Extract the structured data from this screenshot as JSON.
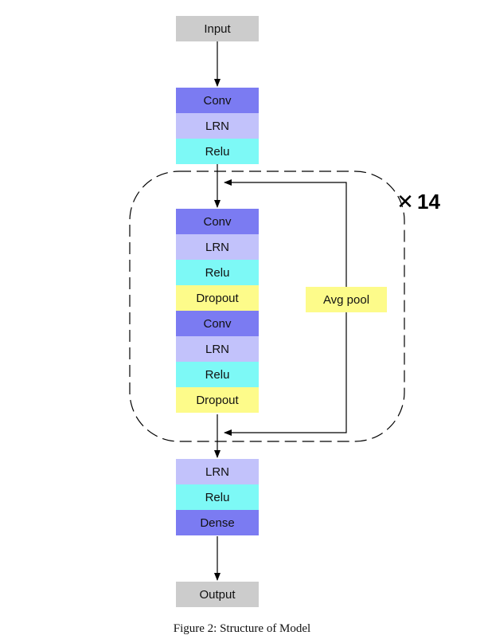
{
  "colors": {
    "conv": "#7b7bf2",
    "lrn": "#c2c2fb",
    "relu": "#7df9f6",
    "dropout": "#fdfb8a",
    "io": "#cccccc",
    "avgpool": "#fdfb8a"
  },
  "blocks": {
    "input": {
      "label": "Input",
      "kind": "io"
    },
    "stem": [
      {
        "label": "Conv",
        "kind": "conv"
      },
      {
        "label": "LRN",
        "kind": "lrn"
      },
      {
        "label": "Relu",
        "kind": "relu"
      }
    ],
    "repeat": [
      {
        "label": "Conv",
        "kind": "conv"
      },
      {
        "label": "LRN",
        "kind": "lrn"
      },
      {
        "label": "Relu",
        "kind": "relu"
      },
      {
        "label": "Dropout",
        "kind": "dropout"
      },
      {
        "label": "Conv",
        "kind": "conv"
      },
      {
        "label": "LRN",
        "kind": "lrn"
      },
      {
        "label": "Relu",
        "kind": "relu"
      },
      {
        "label": "Dropout",
        "kind": "dropout"
      }
    ],
    "head": [
      {
        "label": "LRN",
        "kind": "lrn"
      },
      {
        "label": "Relu",
        "kind": "relu"
      },
      {
        "label": "Dense",
        "kind": "conv"
      }
    ],
    "output": {
      "label": "Output",
      "kind": "io"
    }
  },
  "avg_pool": {
    "label": "Avg pool"
  },
  "repeat_count": {
    "symbol": "✕",
    "count": "14"
  },
  "caption": "Figure 2: Structure of Model"
}
